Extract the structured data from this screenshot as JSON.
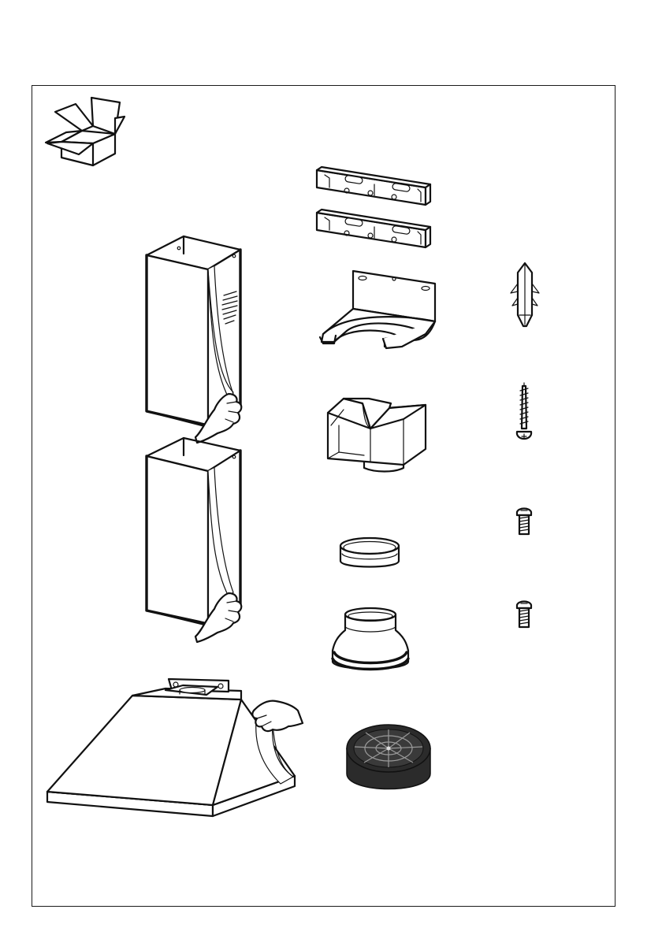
{
  "page": {
    "type": "installation-manual-parts-page",
    "text_content": ""
  },
  "icons": {
    "package": "open-cardboard-box-icon"
  },
  "parts": [
    {
      "id": "chimney-upper",
      "icon": "chimney-section-peel-film-icon"
    },
    {
      "id": "chimney-lower",
      "icon": "chimney-section-peel-film-icon"
    },
    {
      "id": "hood-body",
      "icon": "hood-canopy-peel-film-icon"
    },
    {
      "id": "wall-bracket-a",
      "icon": "wall-bracket-icon"
    },
    {
      "id": "wall-bracket-b",
      "icon": "wall-bracket-icon"
    },
    {
      "id": "chimney-support",
      "icon": "u-shaped-support-bracket-icon"
    },
    {
      "id": "air-deflector",
      "icon": "air-deflector-icon"
    },
    {
      "id": "flange-ring",
      "icon": "flange-ring-icon"
    },
    {
      "id": "reducer-adapter",
      "icon": "reducer-adapter-icon"
    },
    {
      "id": "carbon-filter",
      "icon": "carbon-filter-icon"
    },
    {
      "id": "wall-plug",
      "icon": "wall-plug-icon"
    },
    {
      "id": "wood-screw",
      "icon": "wood-screw-icon"
    },
    {
      "id": "machine-screw-a",
      "icon": "machine-screw-icon"
    },
    {
      "id": "machine-screw-b",
      "icon": "machine-screw-icon"
    }
  ],
  "colors": {
    "line": "#111111",
    "filter": "#2b2b2b",
    "paper": "#ffffff"
  }
}
